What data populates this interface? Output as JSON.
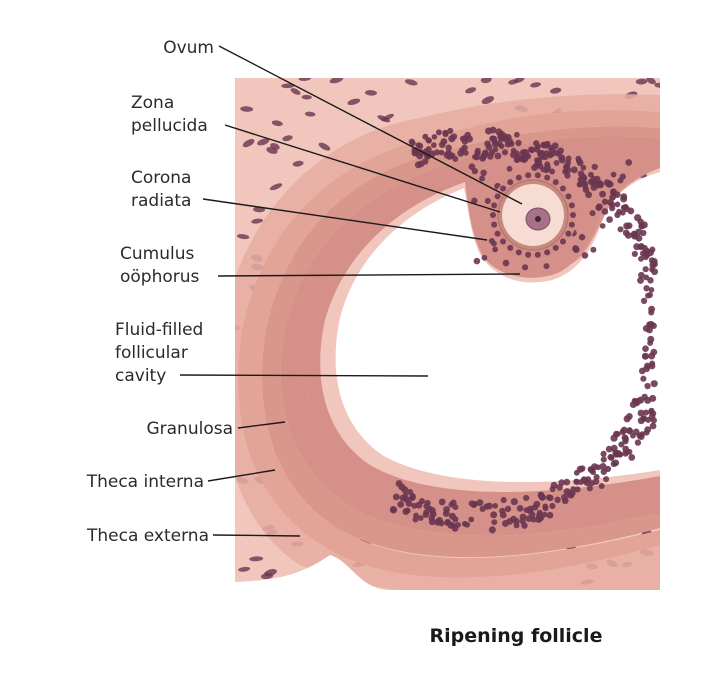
{
  "labels": {
    "ovum": "Ovum",
    "zona_1": "Zona",
    "zona_2": "pellucida",
    "corona_1": "Corona",
    "corona_2": "radiata",
    "cumulus_1": "Cumulus",
    "cumulus_2": "oöphorus",
    "fluid_1": "Fluid-filled",
    "fluid_2": "follicular",
    "fluid_3": "cavity",
    "granulosa": "Granulosa",
    "theca_interna": "Theca interna",
    "theca_externa": "Theca externa"
  },
  "caption": "Ripening follicle",
  "colors": {
    "stroma": "#f0c6bd",
    "theca": "#e9b1a5",
    "granulosa": "#dc9a8f",
    "nucleus": "#6a3650",
    "ovum_cytoplasm": "#f6dcd2",
    "zona": "#c98f86"
  }
}
